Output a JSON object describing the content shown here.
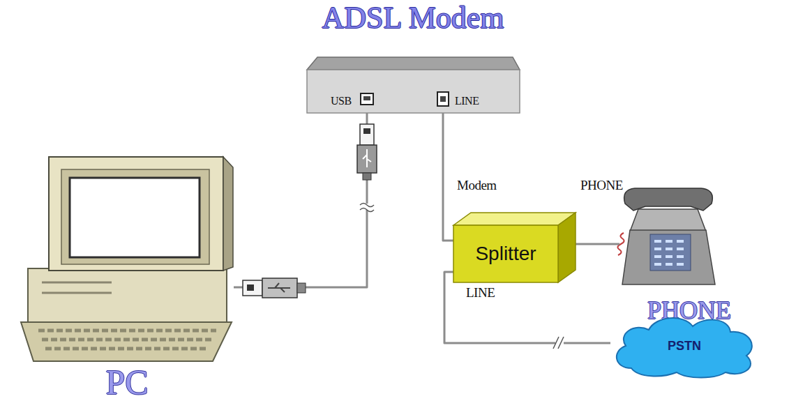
{
  "diagram": {
    "nodes": [
      {
        "text": [
          "ADSL Modem"
        ]
      },
      {
        "text": [
          "PC"
        ]
      },
      {
        "text": [
          "Splitter"
        ]
      },
      {
        "text": [
          "PHONE"
        ]
      },
      {
        "text": [
          "PSTN"
        ]
      }
    ],
    "edges": [
      {
        "from": 0,
        "to": 1,
        "arrow": "none"
      },
      {
        "from": 0,
        "to": 2,
        "arrow": "none"
      },
      {
        "from": 2,
        "to": 3,
        "arrow": "none"
      },
      {
        "from": 2,
        "to": 4,
        "arrow": "none"
      }
    ],
    "labels": [
      "USB",
      "LINE",
      "Modem",
      "PHONE",
      "LINE"
    ]
  }
}
